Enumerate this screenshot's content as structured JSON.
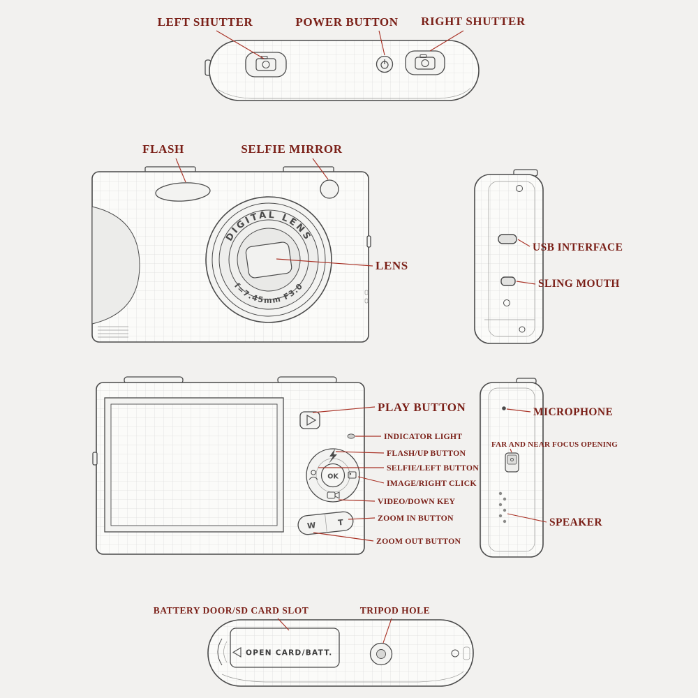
{
  "title": "digital-camera-parts-diagram",
  "colors": {
    "bg": "#f2f1ef",
    "label": "#7a1f17",
    "line": "#a93226",
    "sketch": "#4a4a4a"
  },
  "labels": {
    "left_shutter": "LEFT SHUTTER",
    "power_button": "POWER BUTTON",
    "right_shutter": "RIGHT SHUTTER",
    "flash": "FLASH",
    "selfie_mirror": "SELFIE MIRROR",
    "lens": "LENS",
    "usb_interface": "USB INTERFACE",
    "sling_mouth": "SLING MOUTH",
    "play_button": "PLAY BUTTON",
    "indicator_light": "INDICATOR LIGHT",
    "flash_up_button": "FLASH/UP BUTTON",
    "selfie_left_button": "SELFIE/LEFT BUTTON",
    "image_right_click": "IMAGE/RIGHT CLICK",
    "video_down_key": "VIDEO/DOWN KEY",
    "zoom_in_button": "ZOOM IN BUTTON",
    "zoom_out_button": "ZOOM OUT BUTTON",
    "microphone": "MICROPHONE",
    "far_near_focus": "FAR AND NEAR FOCUS OPENING",
    "speaker": "SPEAKER",
    "battery_door": "BATTERY DOOR/SD CARD SLOT",
    "tripod_hole": "TRIPOD HOLE"
  },
  "camera_markings": {
    "lens_ring_top": "DIGITAL LENS",
    "lens_ring_bottom": "f=7.45mm F3.0",
    "battery_door_text": "OPEN CARD/BATT.",
    "dpad_center": "OK",
    "zoom_wide": "W",
    "zoom_tele": "T"
  }
}
